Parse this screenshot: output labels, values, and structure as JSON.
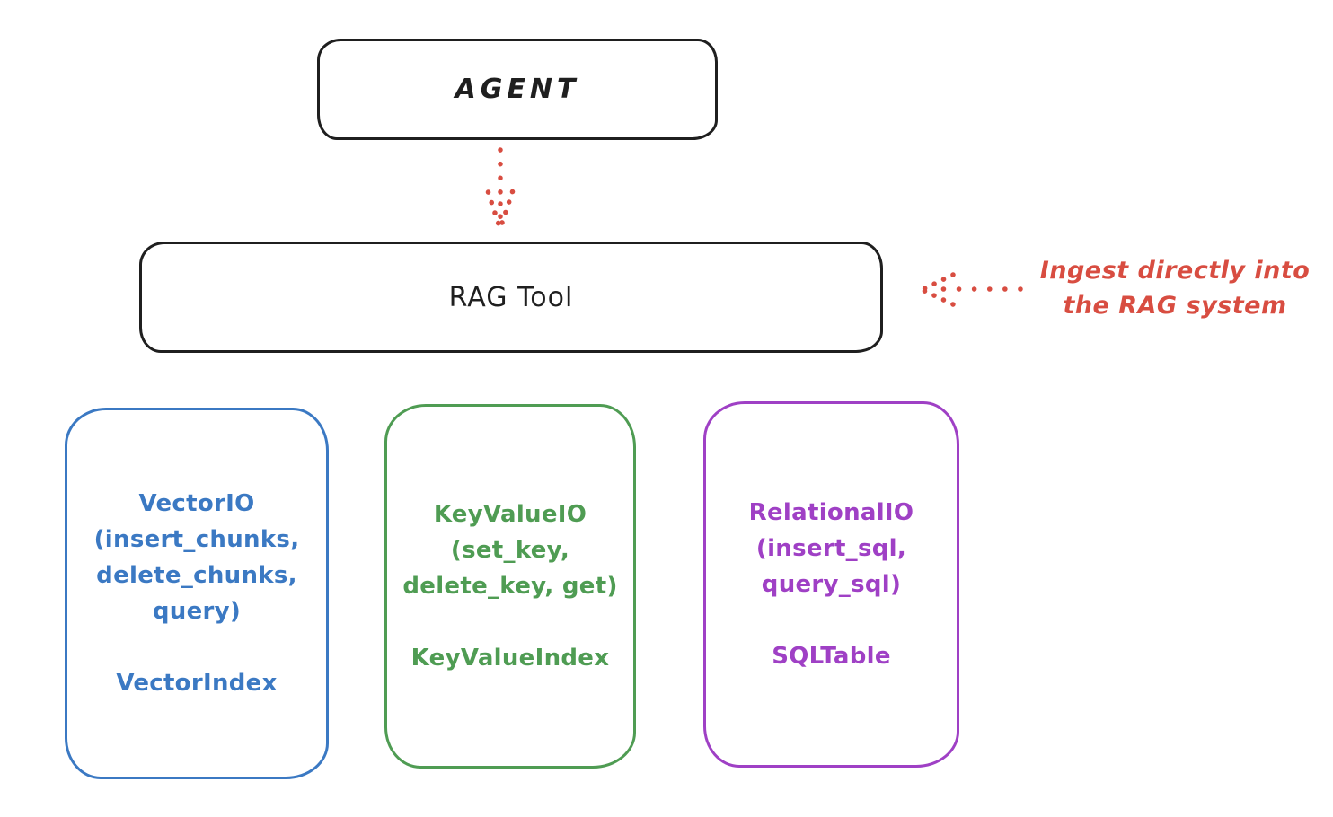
{
  "diagram": {
    "agent": {
      "label": "AGENT"
    },
    "rag_tool": {
      "label": "RAG Tool"
    },
    "annotation": {
      "line1": "Ingest directly into",
      "line2": "the RAG system"
    },
    "backends": [
      {
        "id": "vector-io",
        "lines": [
          "VectorIO",
          "(insert_chunks,",
          "delete_chunks,",
          "query)"
        ],
        "index_label": "VectorIndex",
        "color": "#3b79c3"
      },
      {
        "id": "keyvalue-io",
        "lines": [
          "KeyValueIO",
          "(set_key,",
          "delete_key, get)"
        ],
        "index_label": "KeyValueIndex",
        "color": "#4f9c53"
      },
      {
        "id": "relational-io",
        "lines": [
          "RelationalIO",
          "(insert_sql,",
          "query_sql)"
        ],
        "index_label": "SQLTable",
        "color": "#9f40c5"
      }
    ],
    "arrows": [
      {
        "name": "agent-to-rag-tool",
        "style": "dotted",
        "direction": "down"
      },
      {
        "name": "ingest-into-rag",
        "style": "dotted",
        "direction": "left"
      }
    ]
  },
  "colors": {
    "ink": "#1f1f1f",
    "red": "#d84d41",
    "blue": "#3b79c3",
    "green": "#4f9c53",
    "purple": "#9f40c5",
    "background": "#ffffff"
  }
}
